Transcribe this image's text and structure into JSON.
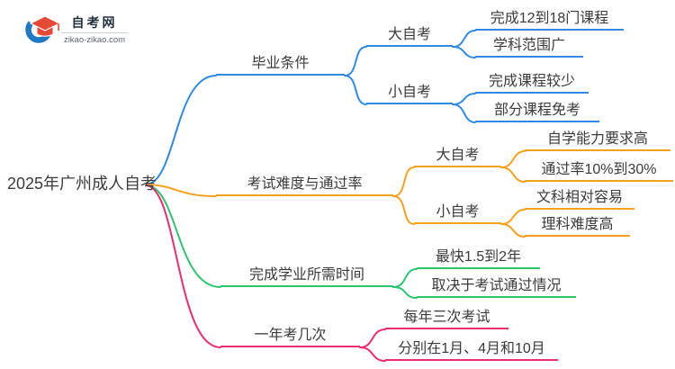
{
  "logo": {
    "title": "自考网",
    "domain": "zikao-zikao.com"
  },
  "root": {
    "label": "2025年广州成人自考"
  },
  "colors": {
    "blue": "#2E8AE6",
    "orange": "#F5A11E",
    "green": "#2BC46F",
    "pink": "#ED2B6F",
    "text": "#3b3b3b"
  },
  "branches": [
    {
      "label": "毕业条件",
      "color": "#2E8AE6",
      "children": [
        {
          "label": "大自考",
          "children": [
            {
              "label": "完成12到18门课程"
            },
            {
              "label": "学科范围广"
            }
          ]
        },
        {
          "label": "小自考",
          "children": [
            {
              "label": "完成课程较少"
            },
            {
              "label": "部分课程免考"
            }
          ]
        }
      ]
    },
    {
      "label": "考试难度与通过率",
      "color": "#F5A11E",
      "children": [
        {
          "label": "大自考",
          "children": [
            {
              "label": "自学能力要求高"
            },
            {
              "label": "通过率10%到30%"
            }
          ]
        },
        {
          "label": "小自考",
          "children": [
            {
              "label": "文科相对容易"
            },
            {
              "label": "理科难度高"
            }
          ]
        }
      ]
    },
    {
      "label": "完成学业所需时间",
      "color": "#2BC46F",
      "children": [
        {
          "label": "最快1.5到2年"
        },
        {
          "label": "取决于考试通过情况"
        }
      ]
    },
    {
      "label": "一年考几次",
      "color": "#ED2B6F",
      "children": [
        {
          "label": "每年三次考试"
        },
        {
          "label": "分别在1月、4月和10月"
        }
      ]
    }
  ]
}
